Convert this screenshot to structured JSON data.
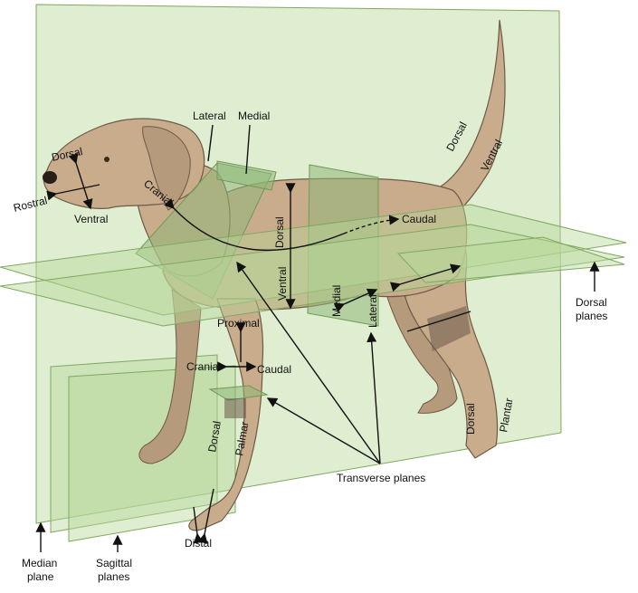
{
  "labels": {
    "dorsal_head": "Dorsal",
    "rostral": "Rostral",
    "ventral_head": "Ventral",
    "lateral": "Lateral",
    "medial": "Medial",
    "cranial_neck": "Cranial",
    "dorsal_body": "Dorsal",
    "ventral_body": "Ventral",
    "caudal_body": "Caudal",
    "dorsal_tail": "Dorsal",
    "ventral_tail": "Ventral",
    "medial_leg": "Medial",
    "lateral_leg": "Lateral",
    "proximal": "Proximal",
    "cranial_leg": "Cranial",
    "caudal_leg": "Caudal",
    "dorsal_foreleg": "Dorsal",
    "palmar": "Palmar",
    "distal": "Distal",
    "dorsal_hindleg": "Dorsal",
    "plantar": "Plantar"
  },
  "captions": {
    "transverse": "Transverse planes",
    "dorsal_planes_1": "Dorsal",
    "dorsal_planes_2": "planes",
    "median_1": "Median",
    "median_2": "plane",
    "sagittal_1": "Sagittal",
    "sagittal_2": "planes"
  }
}
